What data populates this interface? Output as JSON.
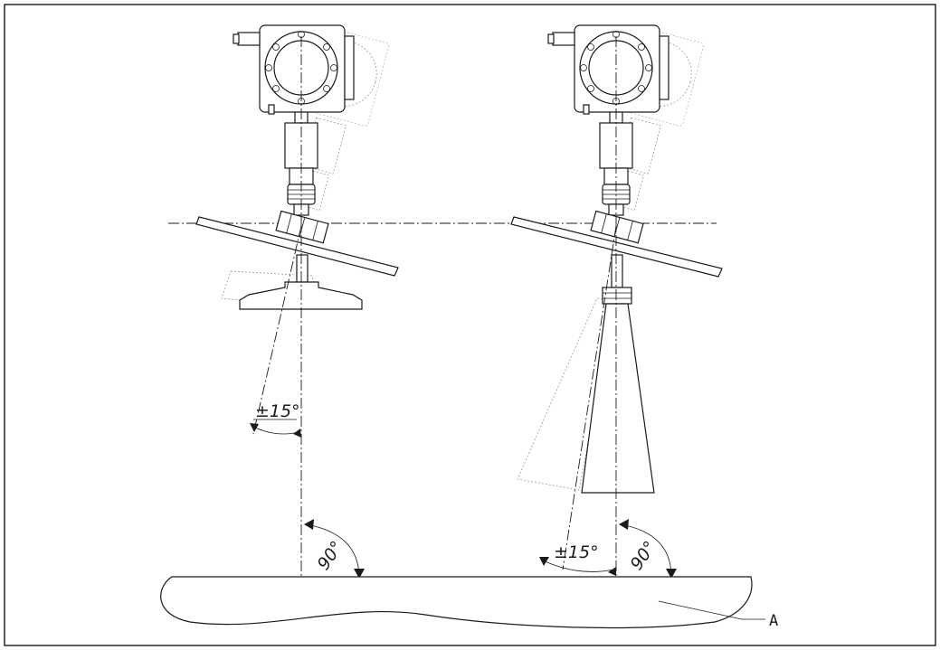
{
  "figure": {
    "left_tilt_label": "±15°",
    "left_right_angle_label": "90°",
    "right_tilt_label": "±15°",
    "right_right_angle_label": "90°",
    "surface_label": "A"
  }
}
